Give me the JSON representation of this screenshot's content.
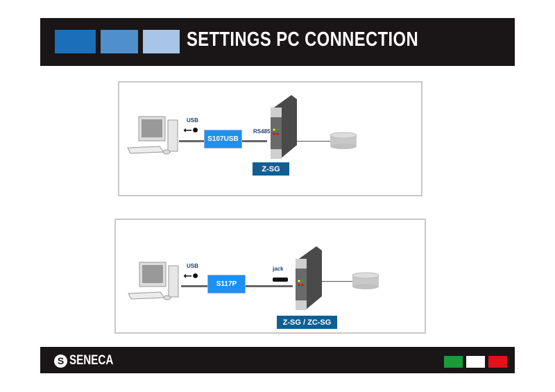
{
  "header": {
    "title": "SETTINGS PC CONNECTION",
    "squares": [
      "#1a6fb8",
      "#4f90cc",
      "#a8c4e6"
    ]
  },
  "diagram1": {
    "usb_label": "USB",
    "converter": "S107USB",
    "link_label": "RS485",
    "module": "Z-SG"
  },
  "diagram2": {
    "usb_label": "USB",
    "converter": "S117P",
    "link_label": "jack",
    "module": "Z-SG / ZC-SG"
  },
  "footer": {
    "logo": "SENECA",
    "flag": [
      "#1a9a3a",
      "#ffffff",
      "#e3101a"
    ]
  }
}
